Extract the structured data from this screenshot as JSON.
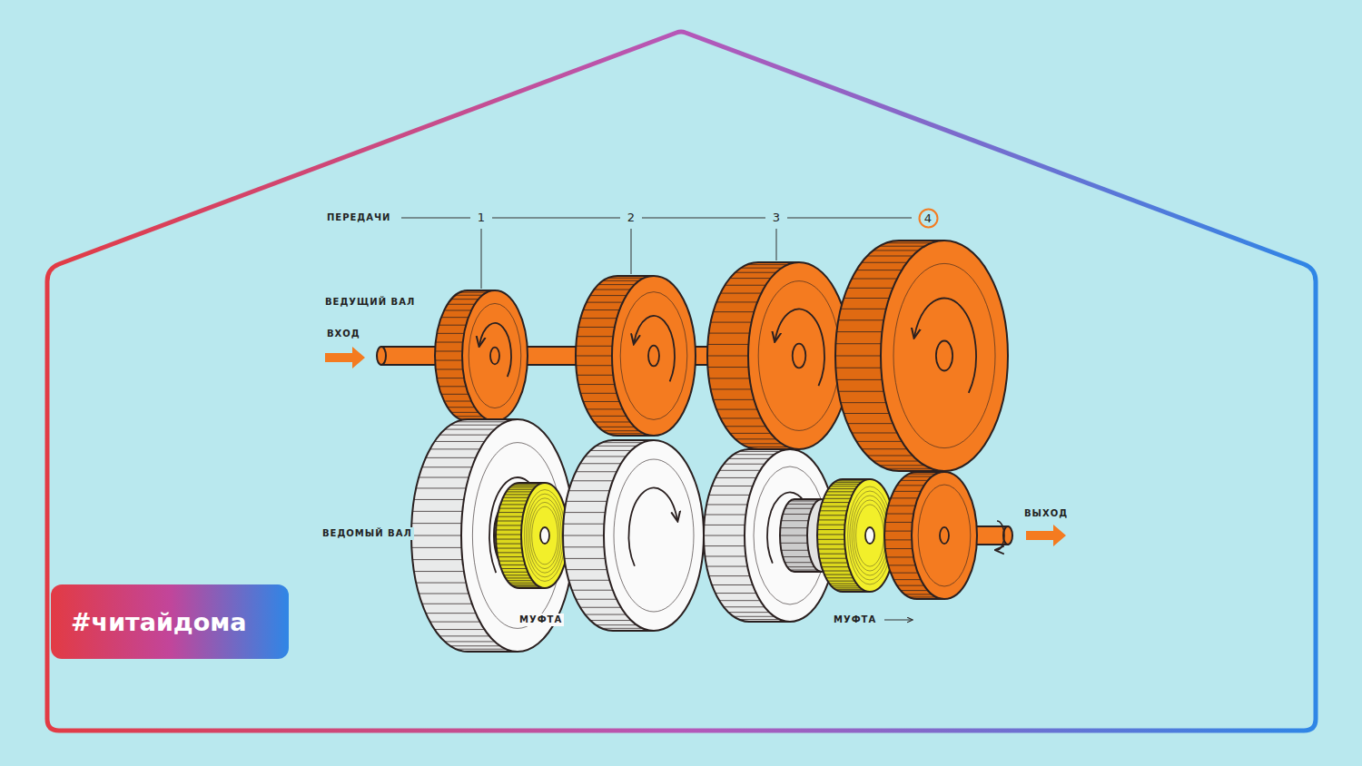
{
  "diagram": {
    "nodes": [
      {
        "text": [
          "4"
        ]
      },
      {
        "text": [
          "#читайдома"
        ]
      }
    ],
    "labels": [
      "ПЕРЕДАЧИ",
      "1",
      "2",
      "3",
      "ВЕДУЩИЙ ВАЛ",
      "ВХОД",
      "ВЕДОМЫЙ ВАЛ",
      "МУФТА",
      "МУФТА",
      "ВЫХОД"
    ]
  }
}
